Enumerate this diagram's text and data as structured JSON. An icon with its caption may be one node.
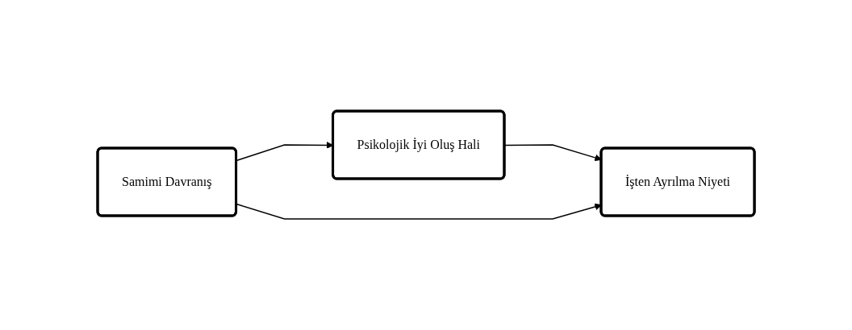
{
  "diagram": {
    "nodes": [
      {
        "text": [
          "Samimi Davranış"
        ]
      },
      {
        "text": [
          "Psikolojik İyi Oluş Hali"
        ]
      },
      {
        "text": [
          "İşten Ayrılma Niyeti"
        ]
      }
    ],
    "edges": [
      {
        "from": 0,
        "to": 1,
        "arrow": "to"
      },
      {
        "from": 1,
        "to": 2,
        "arrow": "to"
      },
      {
        "from": 0,
        "to": 2,
        "arrow": "to"
      }
    ]
  }
}
